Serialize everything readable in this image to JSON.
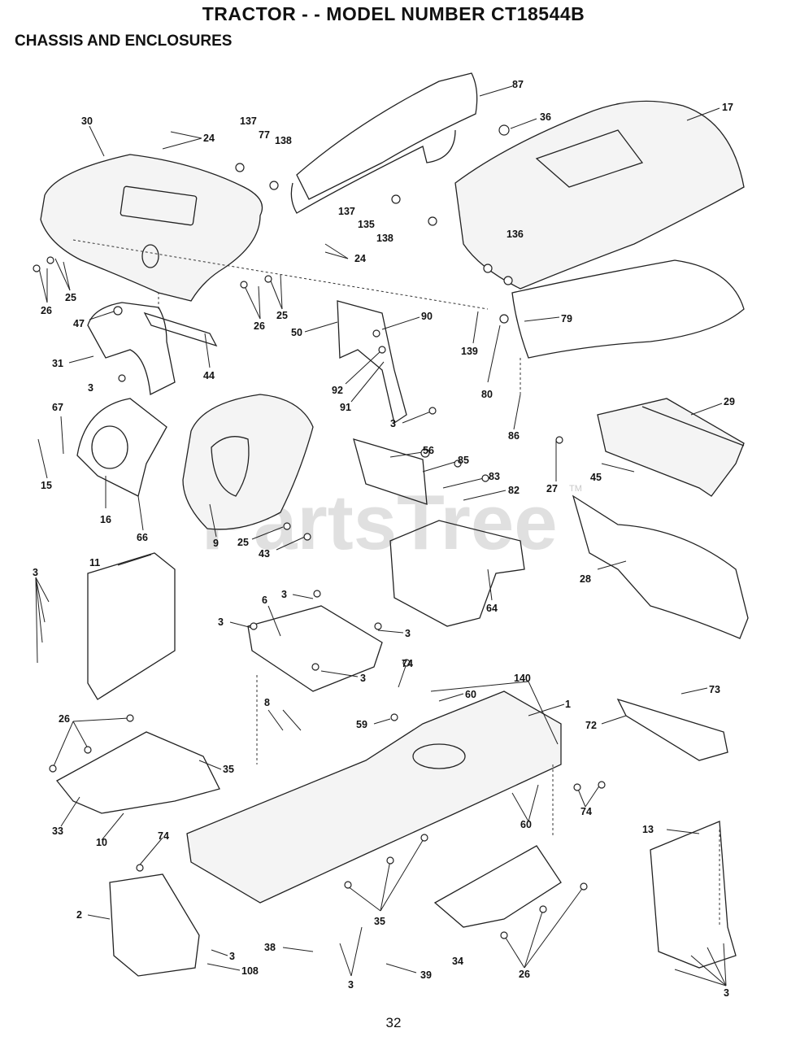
{
  "header": {
    "title": "TRACTOR - - MODEL NUMBER CT18544B",
    "subtitle": "CHASSIS AND ENCLOSURES"
  },
  "footer": {
    "page_number": "32"
  },
  "watermark": {
    "text": "PartsTree",
    "trademark": "TM"
  },
  "callouts": [
    {
      "label": "87"
    },
    {
      "label": "36"
    },
    {
      "label": "17"
    },
    {
      "label": "30"
    },
    {
      "label": "24"
    },
    {
      "label": "137"
    },
    {
      "label": "77"
    },
    {
      "label": "138"
    },
    {
      "label": "137"
    },
    {
      "label": "135"
    },
    {
      "label": "138"
    },
    {
      "label": "136"
    },
    {
      "label": "24"
    },
    {
      "label": "25"
    },
    {
      "label": "26"
    },
    {
      "label": "26"
    },
    {
      "label": "25"
    },
    {
      "label": "47"
    },
    {
      "label": "44"
    },
    {
      "label": "31"
    },
    {
      "label": "3"
    },
    {
      "label": "50"
    },
    {
      "label": "90"
    },
    {
      "label": "92"
    },
    {
      "label": "91"
    },
    {
      "label": "139"
    },
    {
      "label": "79"
    },
    {
      "label": "80"
    },
    {
      "label": "86"
    },
    {
      "label": "3"
    },
    {
      "label": "67"
    },
    {
      "label": "15"
    },
    {
      "label": "16"
    },
    {
      "label": "66"
    },
    {
      "label": "9"
    },
    {
      "label": "25"
    },
    {
      "label": "43"
    },
    {
      "label": "56"
    },
    {
      "label": "85"
    },
    {
      "label": "83"
    },
    {
      "label": "82"
    },
    {
      "label": "64"
    },
    {
      "label": "29"
    },
    {
      "label": "27"
    },
    {
      "label": "45"
    },
    {
      "label": "28"
    },
    {
      "label": "11"
    },
    {
      "label": "3"
    },
    {
      "label": "6"
    },
    {
      "label": "3"
    },
    {
      "label": "3"
    },
    {
      "label": "3"
    },
    {
      "label": "3"
    },
    {
      "label": "74"
    },
    {
      "label": "140"
    },
    {
      "label": "60"
    },
    {
      "label": "59"
    },
    {
      "label": "1"
    },
    {
      "label": "8"
    },
    {
      "label": "73"
    },
    {
      "label": "72"
    },
    {
      "label": "26"
    },
    {
      "label": "35"
    },
    {
      "label": "33"
    },
    {
      "label": "10"
    },
    {
      "label": "60"
    },
    {
      "label": "74"
    },
    {
      "label": "74"
    },
    {
      "label": "13"
    },
    {
      "label": "2"
    },
    {
      "label": "3"
    },
    {
      "label": "108"
    },
    {
      "label": "38"
    },
    {
      "label": "35"
    },
    {
      "label": "3"
    },
    {
      "label": "39"
    },
    {
      "label": "34"
    },
    {
      "label": "26"
    },
    {
      "label": "3"
    }
  ]
}
